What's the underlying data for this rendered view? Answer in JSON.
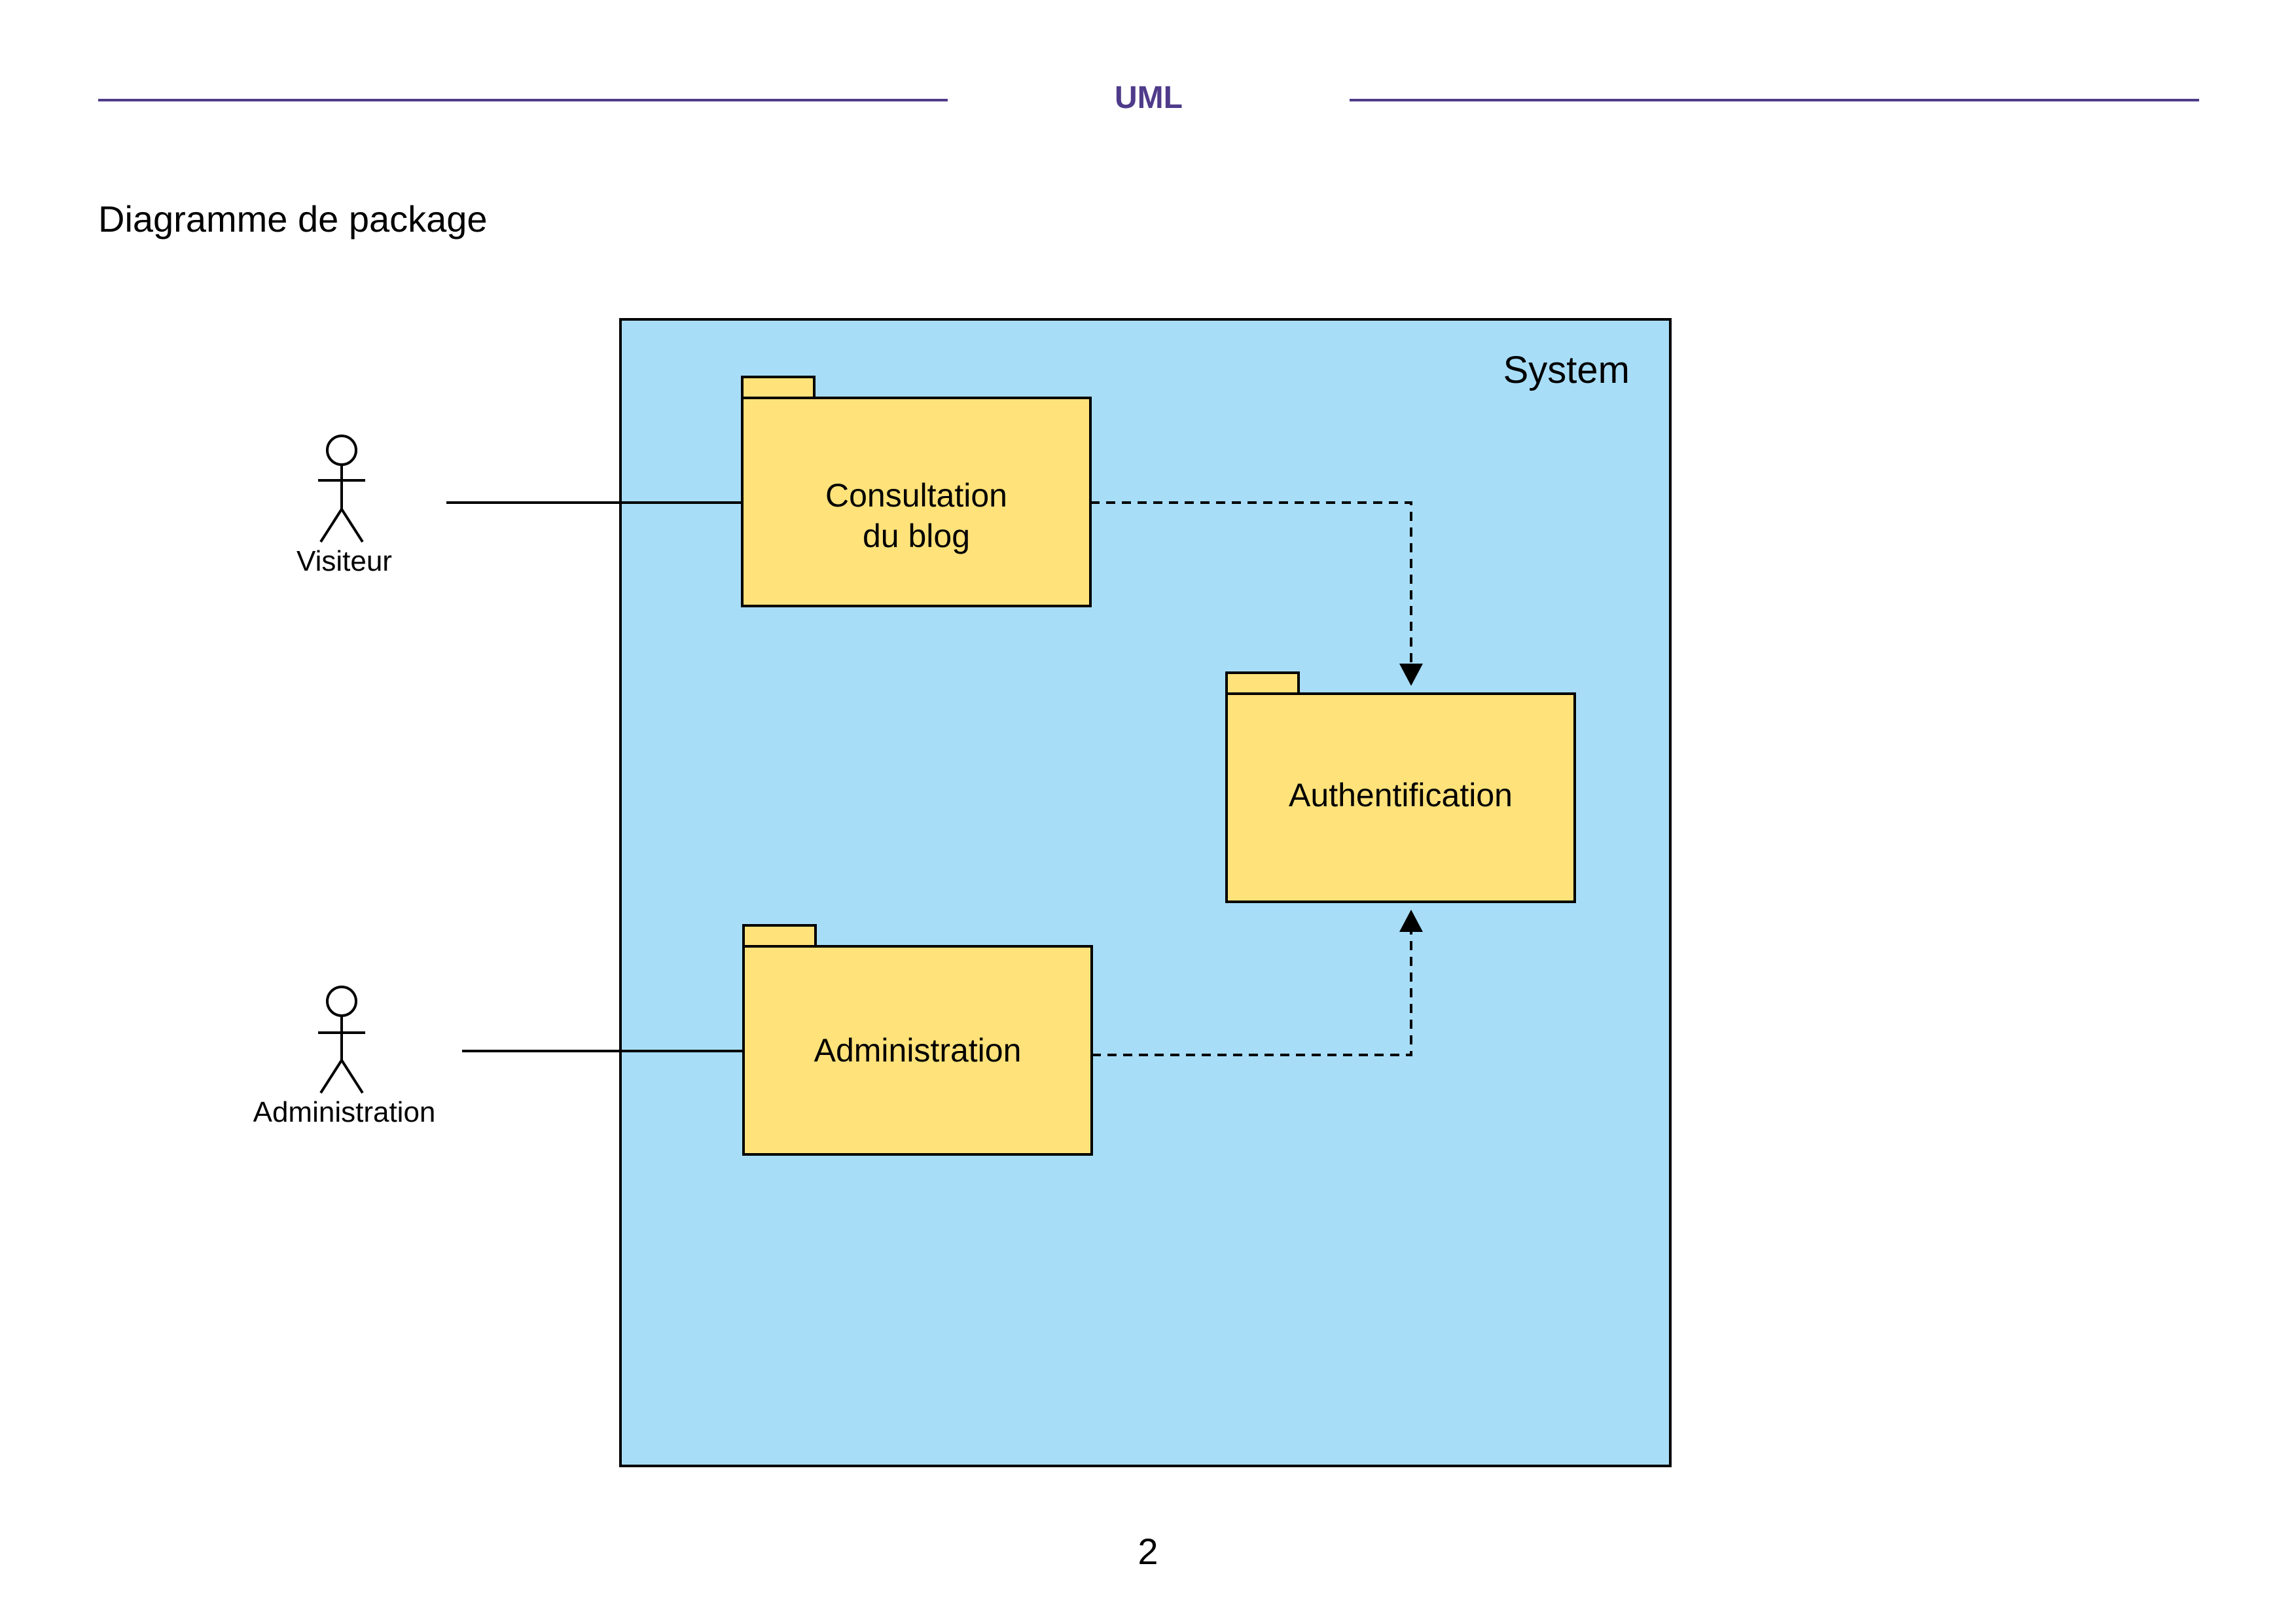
{
  "header": {
    "title": "UML"
  },
  "section": {
    "title": "Diagramme de package"
  },
  "diagram": {
    "system_label": "System",
    "actors": [
      {
        "id": "visiteur",
        "name": "Visiteur"
      },
      {
        "id": "administration",
        "name": "Administration"
      }
    ],
    "packages": [
      {
        "id": "consultation",
        "lines": [
          "Consultation",
          "du blog"
        ]
      },
      {
        "id": "authentification",
        "lines": [
          "Authentification"
        ]
      },
      {
        "id": "administration",
        "lines": [
          "Administration"
        ]
      }
    ],
    "associations": [
      {
        "from": "visiteur",
        "to": "consultation"
      },
      {
        "from": "administration",
        "to": "administration"
      }
    ],
    "dependencies": [
      {
        "from": "consultation",
        "to": "authentification"
      },
      {
        "from": "administration",
        "to": "authentification"
      }
    ],
    "colors": {
      "system_fill": "#a8ddf7",
      "package_fill": "#ffe27a",
      "stroke": "#000000",
      "header_accent": "#4f3b8a"
    }
  },
  "page": {
    "number": "2"
  }
}
